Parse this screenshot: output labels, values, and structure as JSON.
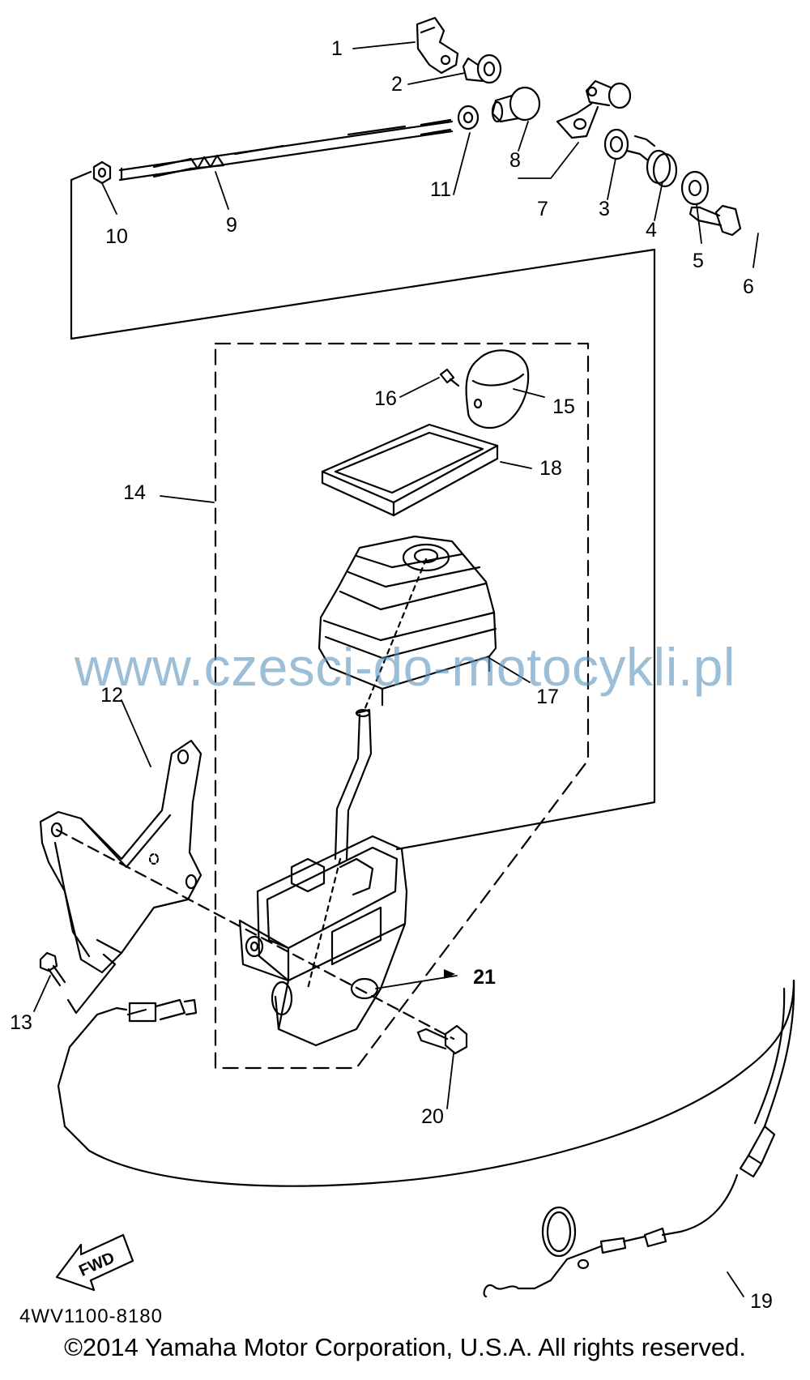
{
  "diagram": {
    "callouts": [
      "1",
      "2",
      "3",
      "4",
      "5",
      "6",
      "7",
      "8",
      "9",
      "10",
      "11",
      "12",
      "13",
      "14",
      "15",
      "16",
      "17",
      "18",
      "19",
      "20",
      "21"
    ],
    "direction_label": "FWD",
    "part_code": "4WV1100-8180",
    "copyright": "©2014 Yamaha Motor Corporation, U.S.A. All rights reserved.",
    "watermark": "www.czesci-do-motocykli.pl",
    "colors": {
      "line": "#000000",
      "watermark": "#6096be"
    }
  }
}
